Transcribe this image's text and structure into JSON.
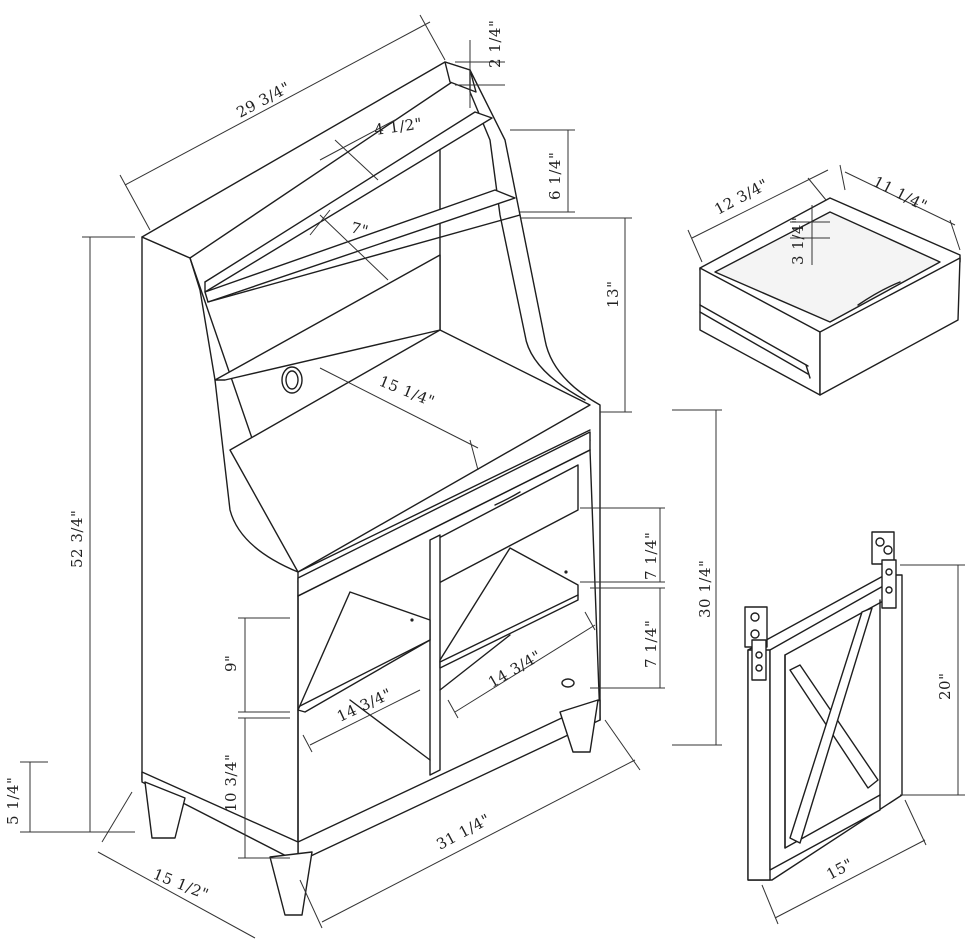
{
  "dimensions": {
    "overall_width": "29 3/4\"",
    "top_board": "2 1/4\"",
    "small_shelf_depth": "4 1/2\"",
    "upper_shelf_gap": "6 1/4\"",
    "middle_shelf_depth": "7\"",
    "upper_height": "13\"",
    "countertop_depth": "15 1/4\"",
    "total_height": "52 3/4\"",
    "drawer_width": "12 3/4\"",
    "drawer_depth": "11 1/4\"",
    "drawer_height": "3 1/4\"",
    "drawer_opening": "7 1/4\"",
    "right_shelf_gap": "7 1/4\"",
    "lower_height": "30 1/4\"",
    "left_shelf_gap": "9\"",
    "left_shelf_depth": "14 3/4\"",
    "right_shelf_depth": "14 3/4\"",
    "door_height": "20\"",
    "bottom_opening": "10 3/4\"",
    "leg_height": "5 1/4\"",
    "overall_depth": "15 1/2\"",
    "base_width": "31 1/4\"",
    "door_width": "15\""
  }
}
